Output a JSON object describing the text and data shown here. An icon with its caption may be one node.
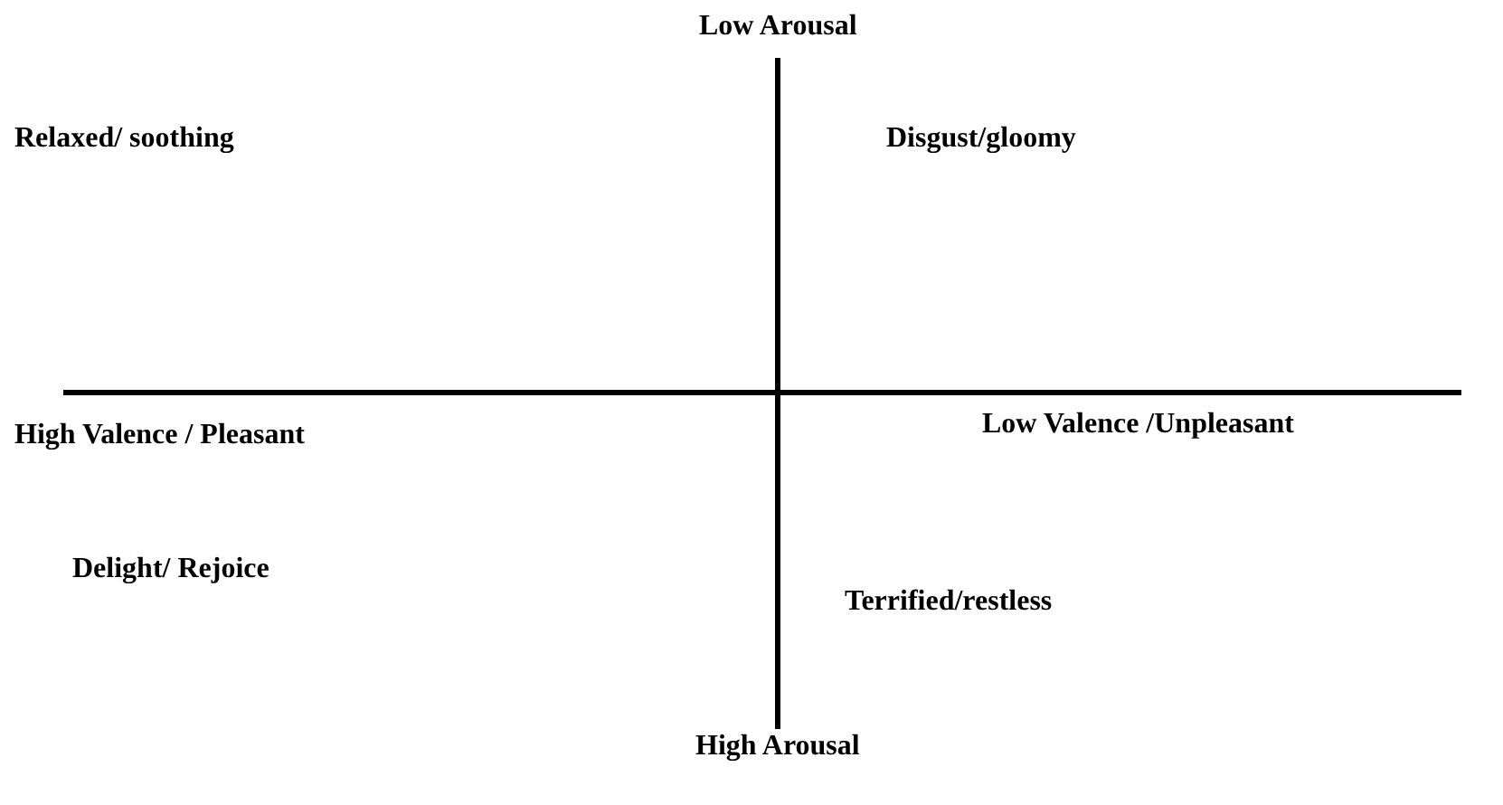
{
  "diagram": {
    "labels": [
      "Low Arousal",
      "Relaxed/ soothing",
      "Disgust/gloomy",
      "High Valence / Pleasant",
      "Low Valence /Unpleasant",
      "Delight/ Rejoice",
      "Terrified/restless",
      "High Arousal"
    ]
  }
}
